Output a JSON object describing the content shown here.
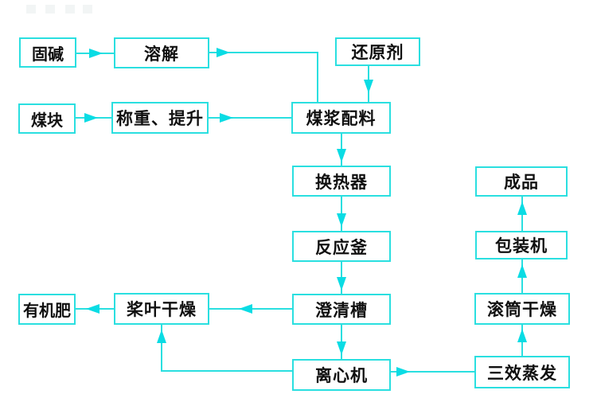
{
  "diagram": {
    "type": "process-flowchart",
    "background_color": "#ffffff",
    "line_color": "#2adfe0",
    "arrow_color": "#0adce4",
    "text_color": "#101010",
    "nodes": {
      "solid_alkali": {
        "label": "固碱"
      },
      "dissolve": {
        "label": "溶解"
      },
      "reducing_agent": {
        "label": "还原剂"
      },
      "coal_lump": {
        "label": "煤块"
      },
      "weighing_lifting": {
        "label": "称重、提升"
      },
      "coal_slurry_batching": {
        "label": "煤浆配料"
      },
      "heat_exchanger": {
        "label": "换热器"
      },
      "reactor": {
        "label": "反应釜"
      },
      "clarifier": {
        "label": "澄清槽"
      },
      "centrifuge": {
        "label": "离心机"
      },
      "organic_fertilizer": {
        "label": "有机肥"
      },
      "paddle_dryer": {
        "label": "桨叶干燥"
      },
      "finished_product": {
        "label": "成品"
      },
      "packaging_machine": {
        "label": "包装机"
      },
      "drum_dryer": {
        "label": "滚筒干燥"
      },
      "triple_effect_evaporator": {
        "label": "三效蒸发"
      }
    },
    "edges": [
      {
        "from": "固碱",
        "to": "溶解"
      },
      {
        "from": "溶解",
        "to": "煤浆配料"
      },
      {
        "from": "还原剂",
        "to": "煤浆配料"
      },
      {
        "from": "煤块",
        "to": "称重、提升"
      },
      {
        "from": "称重、提升",
        "to": "煤浆配料"
      },
      {
        "from": "煤浆配料",
        "to": "换热器"
      },
      {
        "from": "换热器",
        "to": "反应釜"
      },
      {
        "from": "反应釜",
        "to": "澄清槽"
      },
      {
        "from": "澄清槽",
        "to": "桨叶干燥"
      },
      {
        "from": "桨叶干燥",
        "to": "有机肥"
      },
      {
        "from": "澄清槽",
        "to": "离心机"
      },
      {
        "from": "离心机",
        "to": "桨叶干燥"
      },
      {
        "from": "离心机",
        "to": "三效蒸发"
      },
      {
        "from": "三效蒸发",
        "to": "滚筒干燥"
      },
      {
        "from": "滚筒干燥",
        "to": "包装机"
      },
      {
        "from": "包装机",
        "to": "成品"
      }
    ]
  }
}
